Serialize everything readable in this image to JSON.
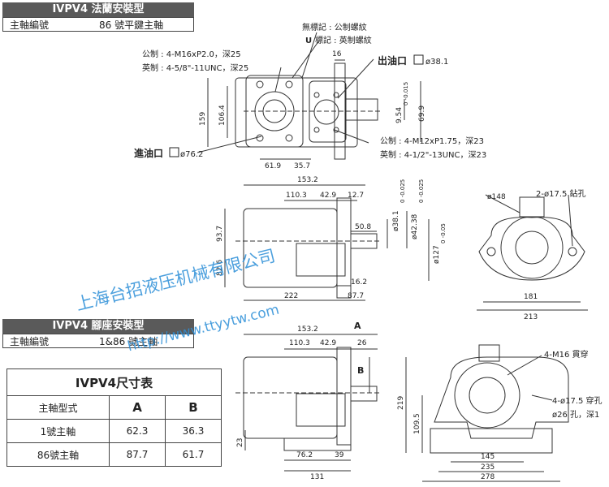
{
  "flange": {
    "title": "IVPV4 法蘭安裝型",
    "shaft_label": "主軸編號",
    "shaft_value": "86 號平鍵主軸",
    "notes": {
      "thread_legend_metric": "無標記 : 公制螺紋",
      "thread_legend_unc_prefix": "U",
      "thread_legend_unc": "標記 : 英制螺紋",
      "inlet_metric": "公制 : 4-M16xP2.0，深25",
      "inlet_unc": "英制 : 4-5/8\"-11UNC，深25",
      "outlet_metric": "公制 : 4-M12xP1.75，深23",
      "outlet_unc": "英制 : 4-1/2\"-13UNC，深23"
    },
    "outlet_label": "出油口",
    "outlet_size": "ø38.1",
    "inlet_label": "進油口",
    "inlet_size": "ø76.2",
    "dims_top": {
      "d16": "16",
      "d159": "159",
      "d106": "106.4",
      "d61": "61.9",
      "d35": "35.7",
      "key_h": "9.54",
      "key_tol": "0 -0.015",
      "d69": "69.9"
    },
    "dims_side": {
      "d153": "153.2",
      "d110": "110.3",
      "d42": "42.9",
      "d12": "12.7",
      "d93": "93.7",
      "d82": "82.6",
      "d50": "50.8",
      "d16b": "16.2",
      "d222": "222",
      "d87": "87.7",
      "shaft1": "ø38.1",
      "shaft1_tol": "0 -0.025",
      "shaft2": "ø42.38",
      "shaft2_tol": "0 -0.025",
      "pilot": "ø127",
      "pilot_tol": "0 -0.05"
    },
    "dims_front": {
      "d148": "ø148",
      "holes": "2-ø17.5 鉆孔",
      "d181": "181",
      "d213": "213"
    }
  },
  "foot": {
    "title": "IVPV4 腳座安裝型",
    "shaft_label": "主軸編號",
    "shaft_value": "1&86 號主軸",
    "dims_side": {
      "d153": "153.2",
      "A": "A",
      "d110": "110.3",
      "d42": "42.9",
      "d26": "26",
      "B": "B",
      "d23": "23",
      "d76": "76.2",
      "d39": "39",
      "d131": "131"
    },
    "dims_front": {
      "m16": "4-M16 貫穿",
      "d219": "219",
      "d109": "109.5",
      "holes": "4-ø17.5 穿孔",
      "counter": "ø26 孔，深1",
      "d145": "145",
      "d235": "235",
      "d278": "278"
    }
  },
  "table": {
    "title": "IVPV4尺寸表",
    "headers": [
      "主軸型式",
      "A",
      "B"
    ],
    "rows": [
      [
        "1號主軸",
        "62.3",
        "36.3"
      ],
      [
        "86號主軸",
        "87.7",
        "61.7"
      ]
    ]
  },
  "watermark": {
    "line1": "上海台招液压机械有限公司",
    "line2": "http://www.ttyytw.com"
  }
}
